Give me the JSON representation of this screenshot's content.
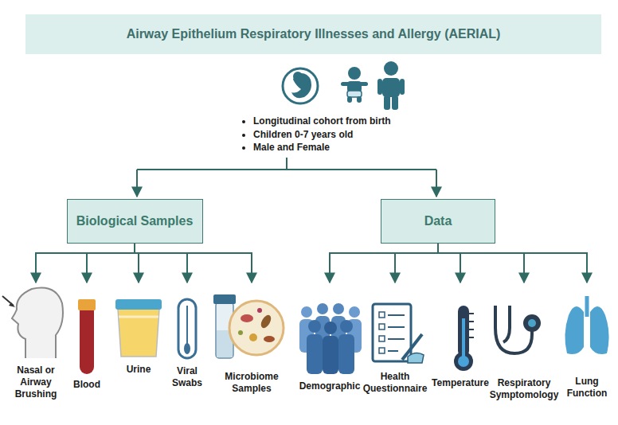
{
  "diagram": {
    "title": "Airway Epithelium Respiratory Illnesses and Allergy (AERIAL)",
    "nodes": [
      {
        "text": [
          "Biological Samples"
        ]
      },
      {
        "text": [
          "Data"
        ]
      },
      {
        "text": [
          "Nasal or Airway Brushing"
        ]
      },
      {
        "text": [
          "Blood"
        ]
      },
      {
        "text": [
          "Urine"
        ]
      },
      {
        "text": [
          "Viral Swabs"
        ]
      },
      {
        "text": [
          "Microbiome Samples"
        ]
      },
      {
        "text": [
          "Demographic"
        ]
      },
      {
        "text": [
          "Health Questionnaire"
        ]
      },
      {
        "text": [
          "Temperature"
        ]
      },
      {
        "text": [
          "Respiratory Symptomology"
        ]
      },
      {
        "text": [
          "Lung Function"
        ]
      }
    ],
    "edges": [
      {
        "from": 0,
        "to": 2,
        "arrow": "to"
      },
      {
        "from": 0,
        "to": 3,
        "arrow": "to"
      },
      {
        "from": 0,
        "to": 4,
        "arrow": "to"
      },
      {
        "from": 0,
        "to": 5,
        "arrow": "to"
      },
      {
        "from": 0,
        "to": 6,
        "arrow": "to"
      },
      {
        "from": 1,
        "to": 7,
        "arrow": "to"
      },
      {
        "from": 1,
        "to": 8,
        "arrow": "to"
      },
      {
        "from": 1,
        "to": 9,
        "arrow": "to"
      },
      {
        "from": 1,
        "to": 10,
        "arrow": "to"
      },
      {
        "from": 1,
        "to": 11,
        "arrow": "to"
      }
    ],
    "labels": [
      "Longitudinal cohort from birth",
      "Children 0-7 years old",
      "Male and Female"
    ]
  }
}
